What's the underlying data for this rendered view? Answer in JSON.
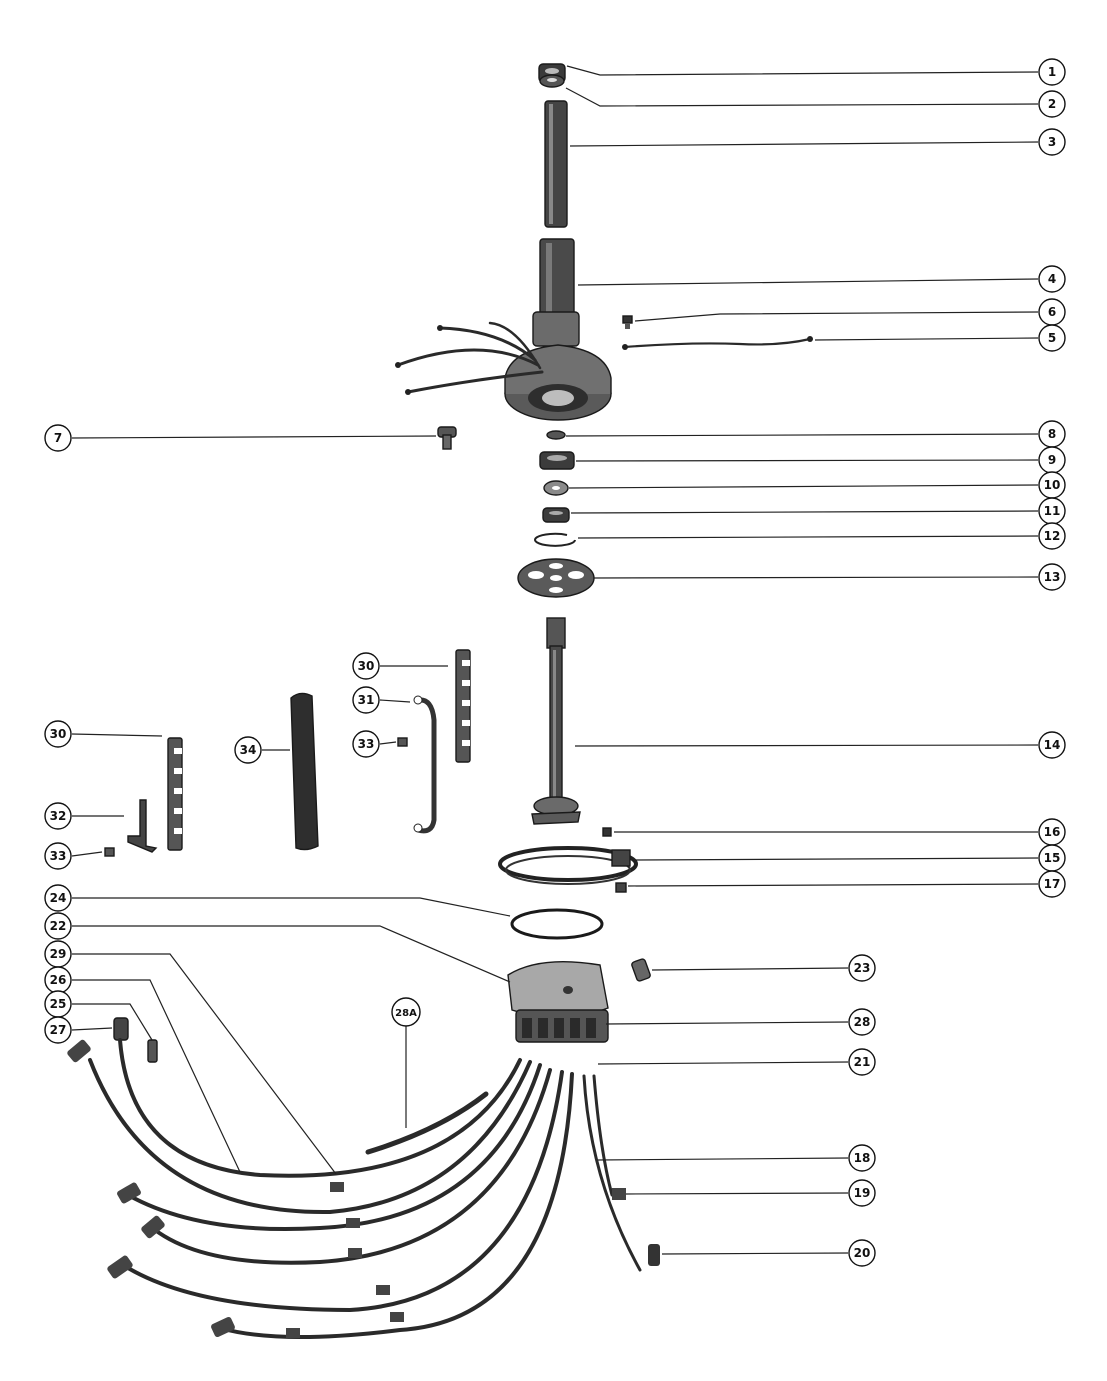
{
  "diagram": {
    "callouts": [
      {
        "id": "c1",
        "label": "1"
      },
      {
        "id": "c2",
        "label": "2"
      },
      {
        "id": "c3",
        "label": "3"
      },
      {
        "id": "c4",
        "label": "4"
      },
      {
        "id": "c6",
        "label": "6"
      },
      {
        "id": "c5",
        "label": "5"
      },
      {
        "id": "c7",
        "label": "7"
      },
      {
        "id": "c8",
        "label": "8"
      },
      {
        "id": "c9",
        "label": "9"
      },
      {
        "id": "c10",
        "label": "10"
      },
      {
        "id": "c11",
        "label": "11"
      },
      {
        "id": "c12",
        "label": "12"
      },
      {
        "id": "c13",
        "label": "13"
      },
      {
        "id": "c30a",
        "label": "30"
      },
      {
        "id": "c31",
        "label": "31"
      },
      {
        "id": "c33a",
        "label": "33"
      },
      {
        "id": "c30b",
        "label": "30"
      },
      {
        "id": "c34",
        "label": "34"
      },
      {
        "id": "c14",
        "label": "14"
      },
      {
        "id": "c32",
        "label": "32"
      },
      {
        "id": "c33b",
        "label": "33"
      },
      {
        "id": "c16",
        "label": "16"
      },
      {
        "id": "c15",
        "label": "15"
      },
      {
        "id": "c17",
        "label": "17"
      },
      {
        "id": "c24",
        "label": "24"
      },
      {
        "id": "c22",
        "label": "22"
      },
      {
        "id": "c29",
        "label": "29"
      },
      {
        "id": "c26",
        "label": "26"
      },
      {
        "id": "c25",
        "label": "25"
      },
      {
        "id": "c27",
        "label": "27"
      },
      {
        "id": "c23",
        "label": "23"
      },
      {
        "id": "c28a",
        "label": "28A"
      },
      {
        "id": "c28",
        "label": "28"
      },
      {
        "id": "c21",
        "label": "21"
      },
      {
        "id": "c18",
        "label": "18"
      },
      {
        "id": "c19",
        "label": "19"
      },
      {
        "id": "c20",
        "label": "20"
      }
    ]
  }
}
